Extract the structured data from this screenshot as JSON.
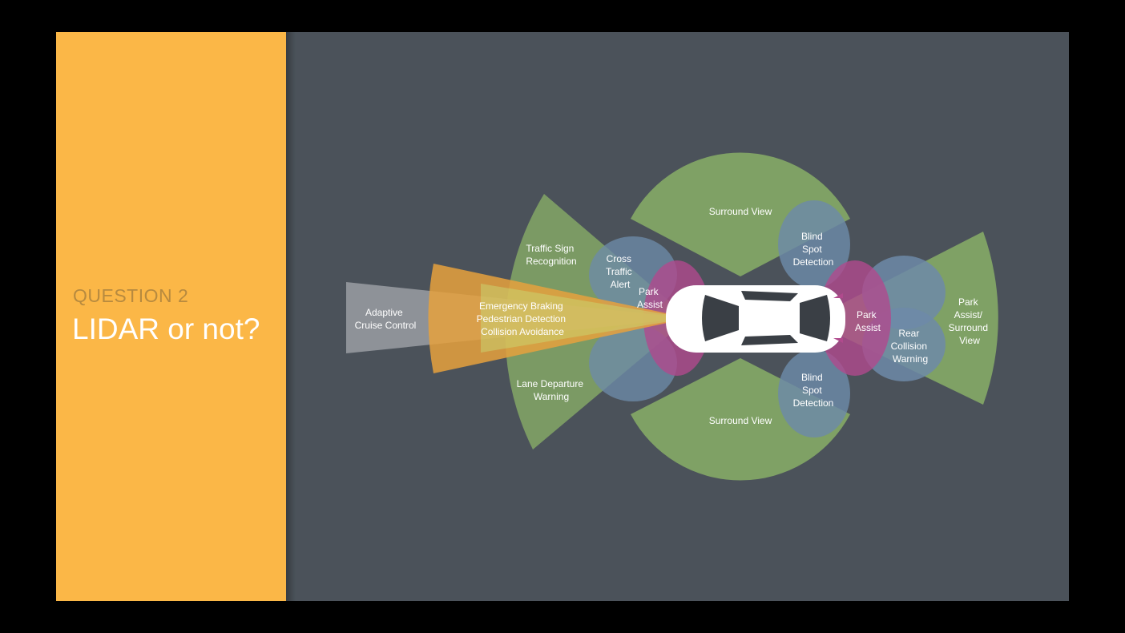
{
  "sidebar": {
    "kicker": "QUESTION 2",
    "title": "LIDAR or not?"
  },
  "colors": {
    "sidebar": "#fbb747",
    "background": "#4b525a",
    "green": "#7fa165",
    "blue": "#6d8aa8",
    "magenta": "#b04a8d",
    "orange": "#e6a13d",
    "gray": "#9a9ea3",
    "yellow": "#c8dd7a"
  },
  "diagram": {
    "adaptive_cruise": [
      "Adaptive",
      "Cruise Control"
    ],
    "emergency": [
      "Emergency Braking",
      "Pedestrian Detection",
      "Collision Avoidance"
    ],
    "traffic_sign": [
      "Traffic Sign",
      "Recognition"
    ],
    "lane_departure": [
      "Lane Departure",
      "Warning"
    ],
    "cross_traffic": [
      "Cross",
      "Traffic",
      "Alert"
    ],
    "park_assist_front": [
      "Park",
      "Assist"
    ],
    "surround_top": "Surround View",
    "surround_bottom": "Surround View",
    "blind_spot_top": [
      "Blind",
      "Spot",
      "Detection"
    ],
    "blind_spot_bottom": [
      "Blind",
      "Spot",
      "Detection"
    ],
    "park_assist_rear": [
      "Park",
      "Assist"
    ],
    "rear_collision": [
      "Rear",
      "Collision",
      "Warning"
    ],
    "park_assist_surround": [
      "Park",
      "Assist/",
      "Surround",
      "View"
    ]
  }
}
